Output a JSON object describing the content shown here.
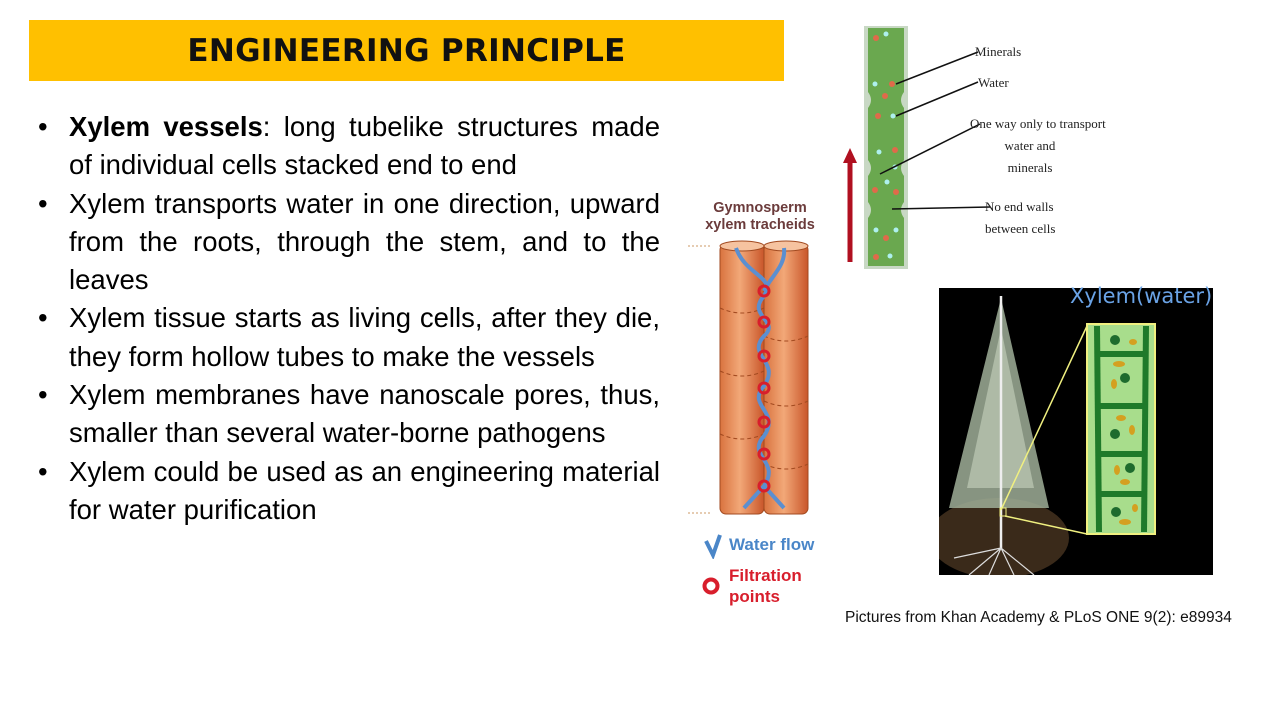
{
  "title": "ENGINEERING PRINCIPLE",
  "bullets": [
    {
      "bold": "Xylem vessels",
      "text": ": long tubelike structures made of individual cells stacked end to end"
    },
    {
      "bold": "",
      "text": "Xylem transports water in one direction, upward from the roots, through the stem, and to the leaves"
    },
    {
      "bold": "",
      "text": "Xylem tissue starts as living cells, after they die, they form hollow tubes to make the vessels"
    },
    {
      "bold": "",
      "text": "Xylem membranes have nanoscale pores, thus, smaller than several water-borne pathogens"
    },
    {
      "bold": "",
      "text": "Xylem could be used as an engineering material for water purification"
    }
  ],
  "bullet_glyph": "•",
  "figures": {
    "tracheids": {
      "title_line1": "Gymnosperm",
      "title_line2": "xylem tracheids",
      "legend_water_flow": "Water flow",
      "legend_filtration_1": "Filtration",
      "legend_filtration_2": "points"
    },
    "vessel": {
      "label_minerals": "Minerals",
      "label_water": "Water",
      "label_one_way_1": "One way only to transport",
      "label_one_way_2": "water and minerals",
      "label_no_end_1": "No end walls",
      "label_no_end_2": "between cells"
    },
    "tree": {
      "label": "Xylem(water)"
    }
  },
  "caption": "Pictures from Khan Academy & PLoS ONE 9(2): e89934",
  "colors": {
    "title_bar": "#FFC000",
    "water_flow": "#4a86c8",
    "filtration": "#d81e2c",
    "vessel_green": "#6aa84f"
  }
}
